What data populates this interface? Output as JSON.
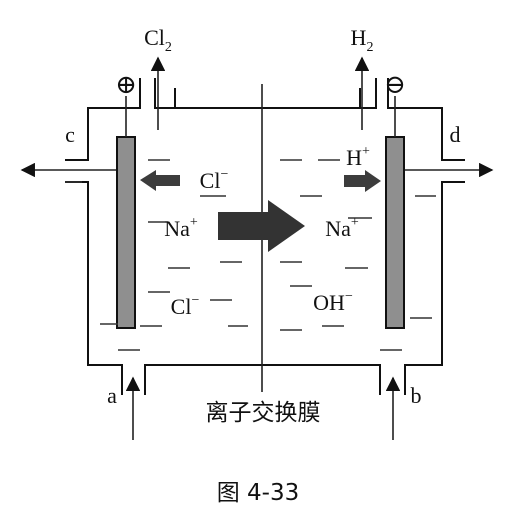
{
  "diagram": {
    "gases": {
      "left": "Cl",
      "left_sub": "2",
      "right": "H",
      "right_sub": "2"
    },
    "terminals": {
      "positive": "⊕",
      "negative": "⊖"
    },
    "ports": {
      "c": "c",
      "d": "d",
      "a": "a",
      "b": "b"
    },
    "ions": {
      "cl_top": "Cl",
      "cl_top_charge": "−",
      "na_left": "Na",
      "na_left_charge": "+",
      "cl_bottom": "Cl",
      "cl_bottom_charge": "−",
      "h": "H",
      "h_charge": "+",
      "na_right": "Na",
      "na_right_charge": "+",
      "oh": "OH",
      "oh_charge": "−"
    },
    "membrane_label": "离子交换膜",
    "caption": "图 4-33"
  }
}
